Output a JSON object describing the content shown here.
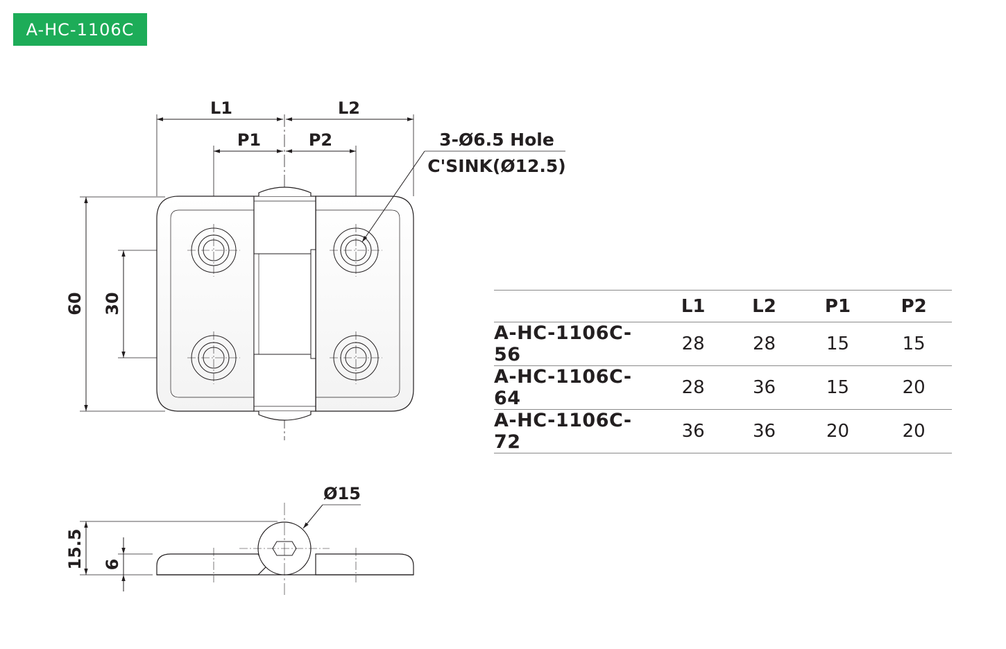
{
  "badge": {
    "label": "A-HC-1106C",
    "color": "#1dac58"
  },
  "dimensions": {
    "L1": "L1",
    "L2": "L2",
    "P1": "P1",
    "P2": "P2",
    "height": "60",
    "hole_pitch": "30",
    "side_height": "15.5",
    "plate_thickness": "6",
    "pin_diameter": "Ø15"
  },
  "callout": {
    "hole": "3-Ø6.5 Hole",
    "countersink": "C'SINK(Ø12.5)"
  },
  "table": {
    "headers": [
      "",
      "L1",
      "L2",
      "P1",
      "P2"
    ],
    "rows": [
      {
        "model": "A-HC-1106C-56",
        "L1": "28",
        "L2": "28",
        "P1": "15",
        "P2": "15"
      },
      {
        "model": "A-HC-1106C-64",
        "L1": "28",
        "L2": "36",
        "P1": "15",
        "P2": "20"
      },
      {
        "model": "A-HC-1106C-72",
        "L1": "36",
        "L2": "36",
        "P1": "20",
        "P2": "20"
      }
    ]
  }
}
